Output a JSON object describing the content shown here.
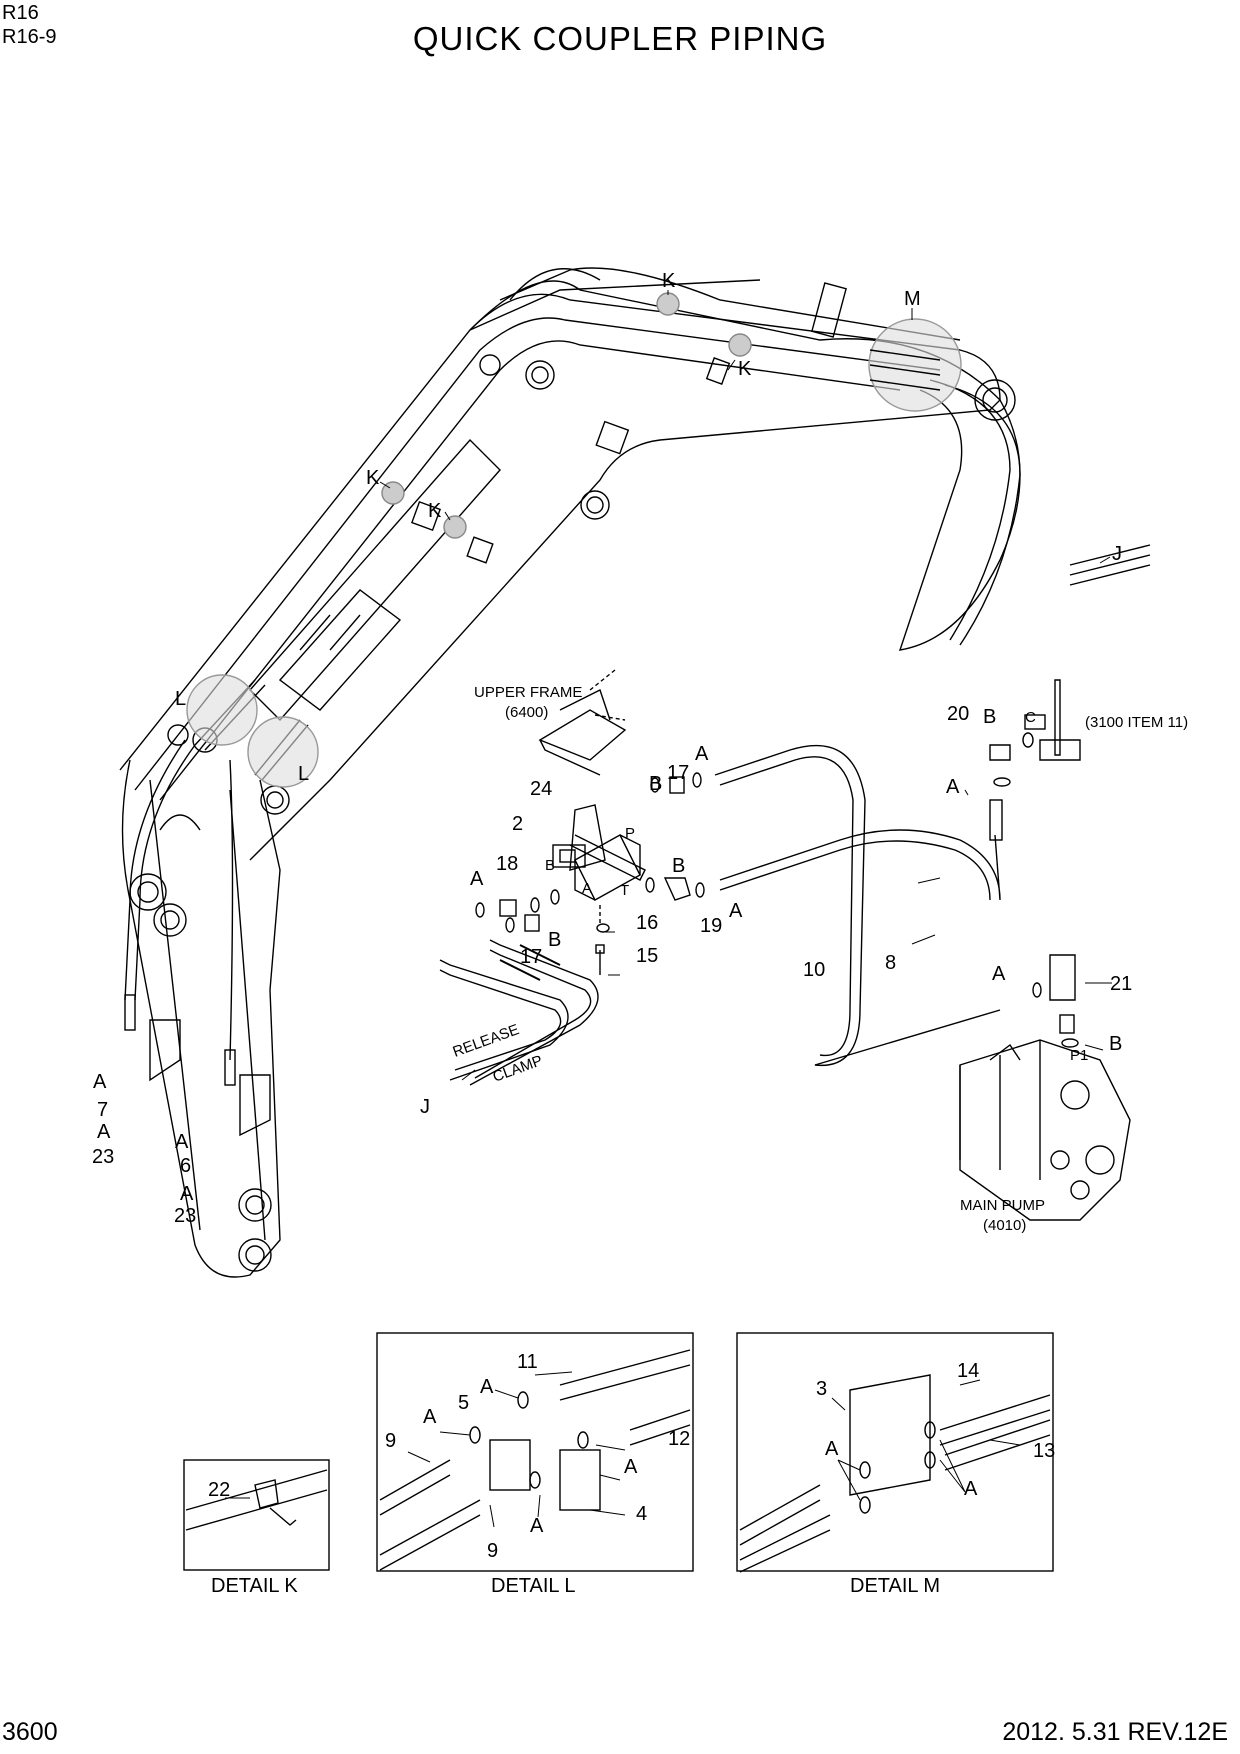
{
  "header": {
    "model": "R16",
    "model_variant": "R16-9",
    "title": "QUICK COUPLER PIPING"
  },
  "footer": {
    "page_number": "3600",
    "revision": "2012. 5.31 REV.12E"
  },
  "callouts": {
    "upper_frame": "UPPER FRAME",
    "upper_frame_ref": "(6400)",
    "item_3100": "(3100 ITEM 11)",
    "main_pump": "MAIN PUMP",
    "main_pump_ref": "(4010)",
    "release": "RELEASE",
    "clamp": "CLAMP"
  },
  "port_letters": {
    "p": "P",
    "b": "B",
    "a": "A",
    "t": "T",
    "c": "C",
    "p1": "P1"
  },
  "labels": {
    "K": "K",
    "M": "M",
    "J": "J",
    "L": "L",
    "A": "A",
    "B": "B",
    "n2": "2",
    "n3": "3",
    "n4": "4",
    "n5": "5",
    "n6": "6",
    "n7": "7",
    "n8": "8",
    "n9": "9",
    "n10": "10",
    "n11": "11",
    "n12": "12",
    "n13": "13",
    "n14": "14",
    "n15": "15",
    "n16": "16",
    "n17": "17",
    "n18": "18",
    "n19": "19",
    "n20": "20",
    "n21": "21",
    "n22": "22",
    "n23": "23",
    "n24": "24"
  },
  "details": {
    "k": "DETAIL K",
    "l": "DETAIL L",
    "m": "DETAIL M"
  }
}
